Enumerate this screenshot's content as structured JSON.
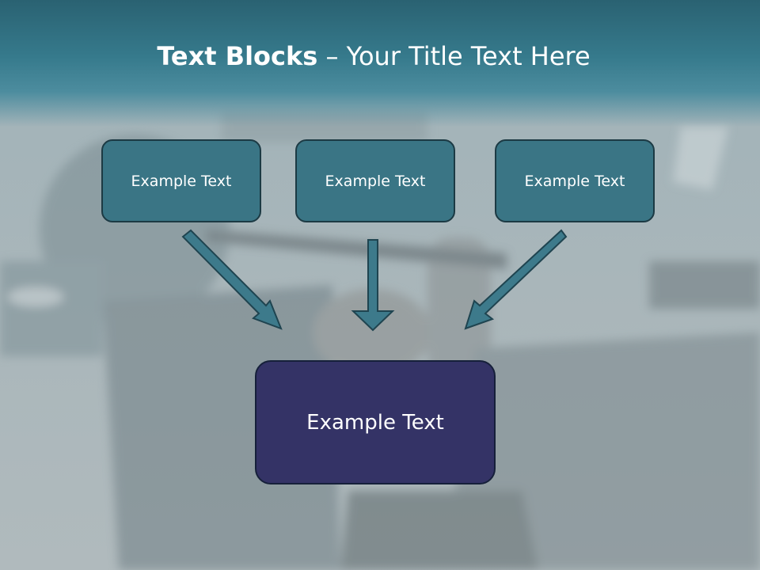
{
  "title": {
    "bold": "Text Blocks",
    "rest": " – Your Title Text Here"
  },
  "boxes": {
    "top": [
      "Example Text",
      "Example Text",
      "Example Text"
    ],
    "bottom": "Example Text"
  },
  "colors": {
    "header": "#2a6272",
    "top_box_fill": "#3a7585",
    "bottom_box_fill": "#343366",
    "arrow_fill": "#3d7a8b",
    "arrow_stroke": "#1f4450"
  }
}
